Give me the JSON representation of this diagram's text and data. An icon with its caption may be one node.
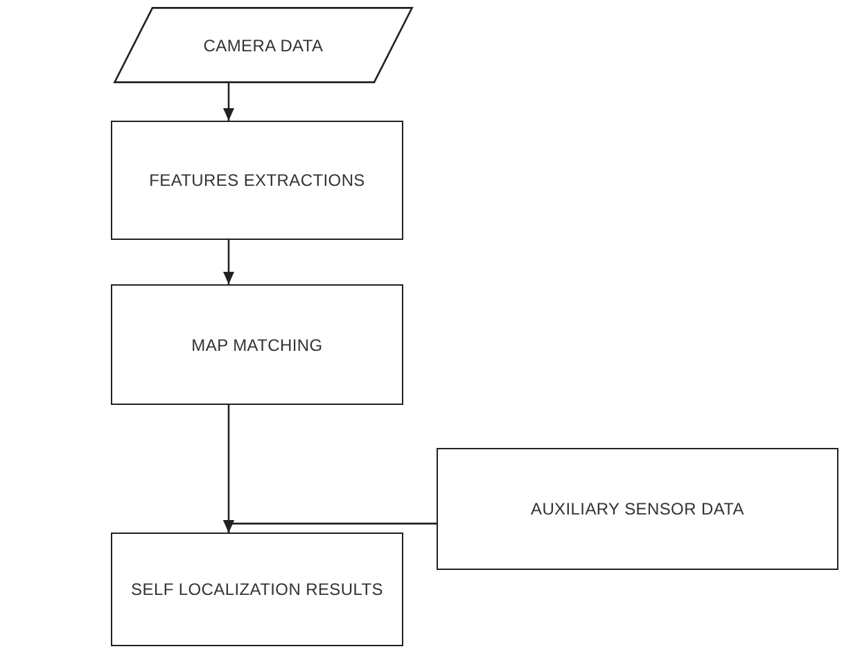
{
  "diagram": {
    "nodes": [
      {
        "text": [
          "CAMERA DATA"
        ]
      },
      {
        "text": [
          "FEATURES EXTRACTIONS"
        ]
      },
      {
        "text": [
          "MAP MATCHING"
        ]
      },
      {
        "text": [
          "AUXILIARY SENSOR DATA"
        ]
      },
      {
        "text": [
          "SELF LOCALIZATION RESULTS"
        ]
      }
    ],
    "edges": [
      {
        "from": 0,
        "to": 1,
        "arrow": "to"
      },
      {
        "from": 1,
        "to": 2,
        "arrow": "to"
      },
      {
        "from": 2,
        "to": 4,
        "arrow": "to"
      },
      {
        "from": 3,
        "to": 4,
        "arrow": "to"
      }
    ]
  }
}
